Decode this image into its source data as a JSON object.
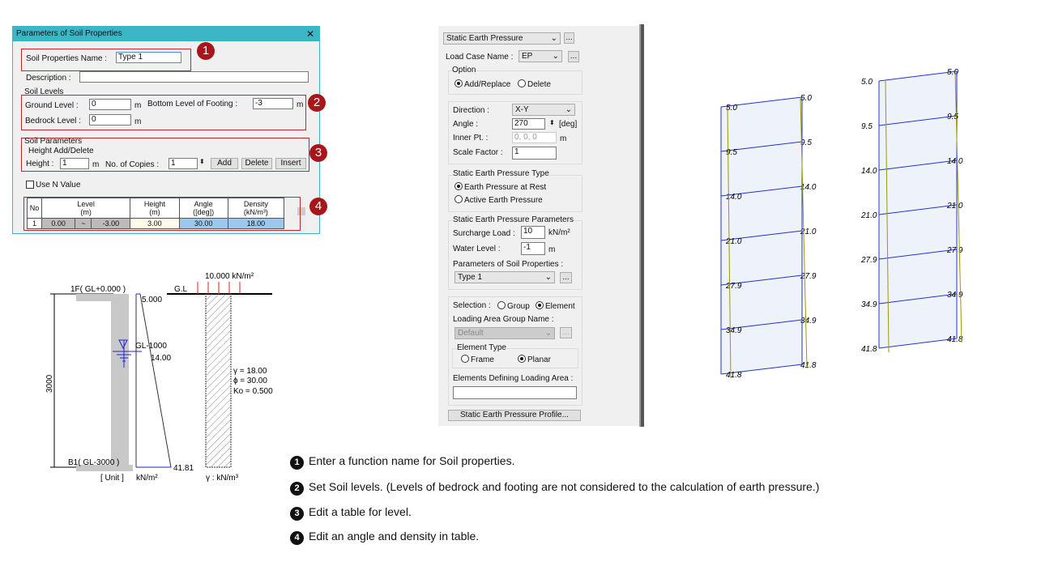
{
  "dialog": {
    "title": "Parameters of Soil Properties",
    "close": "✕",
    "name_label": "Soil Properties Name :",
    "name_value": "Type 1",
    "desc_label": "Description :",
    "desc_value": "",
    "soil_levels": "Soil Levels",
    "ground_label": "Ground Level :",
    "ground_value": "0",
    "unit_m": "m",
    "footing_label": "Bottom Level of Footing :",
    "footing_value": "-3",
    "bedrock_label": "Bedrock Level :",
    "bedrock_value": "0",
    "soil_params": "Soil Parameters",
    "height_add": "Height Add/Delete",
    "height_label": "Height :",
    "height_value": "1",
    "copies_label": "No. of Copies :",
    "copies_value": "1",
    "add": "Add",
    "delete": "Delete",
    "insert": "Insert",
    "use_n": "Use N Value",
    "table": {
      "headers": [
        "No",
        "Level\n(m)",
        "Height\n(m)",
        "Angle\n([deg])",
        "Density\n(kN/m³)"
      ],
      "rows": [
        {
          "no": "1",
          "from": "0.00",
          "sep": "~",
          "to": "-3.00",
          "height": "3.00",
          "angle": "30.00",
          "density": "18.00"
        }
      ]
    },
    "badges": [
      "1",
      "2",
      "3",
      "4"
    ]
  },
  "diagram": {
    "top": "1F( GL+0.000 )",
    "bottom": "B1( GL-3000 )",
    "dim": "3000",
    "p_top": "5.000",
    "water": "GL-1000",
    "p_water": "14.00",
    "p_bot": "41.81",
    "unit": "[ Unit ]",
    "unit_kn": "kN/m²",
    "surcharge": "10.000 kN/m²",
    "gl": "G.L",
    "gamma": "γ = 18.00",
    "phi": "ɸ = 30.00",
    "ko": "Ko = 0.500",
    "gamma_unit": "γ : kN/m³"
  },
  "panel": {
    "type": "Static Earth Pressure",
    "lc_label": "Load Case Name :",
    "lc_value": "EP",
    "option": "Option",
    "add_replace": "Add/Replace",
    "delete": "Delete",
    "dir_label": "Direction :",
    "dir_value": "X-Y",
    "angle_label": "Angle :",
    "angle_value": "270",
    "deg": "[deg]",
    "inner_label": "Inner Pt. :",
    "inner_value": "0, 0, 0",
    "m": "m",
    "scale_label": "Scale Factor :",
    "scale_value": "1",
    "type_group": "Static Earth Pressure Type",
    "rest": "Earth Pressure at Rest",
    "active": "Active Earth Pressure",
    "params_group": "Static Earth Pressure Parameters",
    "surcharge_label": "Surcharge Load :",
    "surcharge_value": "10",
    "kn": "kN/m²",
    "water_label": "Water Level :",
    "water_value": "-1",
    "soil_label": "Parameters of Soil Properties :",
    "soil_value": "Type 1",
    "selection": "Selection :",
    "group": "Group",
    "element": "Element",
    "area_label": "Loading Area Group Name :",
    "area_value": "Default",
    "etype": "Element Type",
    "frame": "Frame",
    "planar": "Planar",
    "elements_label": "Elements Defining Loading Area :",
    "profile_btn": "Static Earth Pressure Profile...",
    "ellipsis": "..."
  },
  "model": {
    "labels": [
      "5.0",
      "9.5",
      "14.0",
      "21.0",
      "27.9",
      "34.9",
      "41.8"
    ]
  },
  "instructions": [
    {
      "n": "1",
      "text": "Enter a function name for Soil properties."
    },
    {
      "n": "2",
      "text": "Set Soil levels. (Levels of bedrock and footing are not considered to the calculation of earth pressure.)"
    },
    {
      "n": "3",
      "text": "Edit a table for level."
    },
    {
      "n": "4",
      "text": "Edit an angle and density in table."
    }
  ]
}
